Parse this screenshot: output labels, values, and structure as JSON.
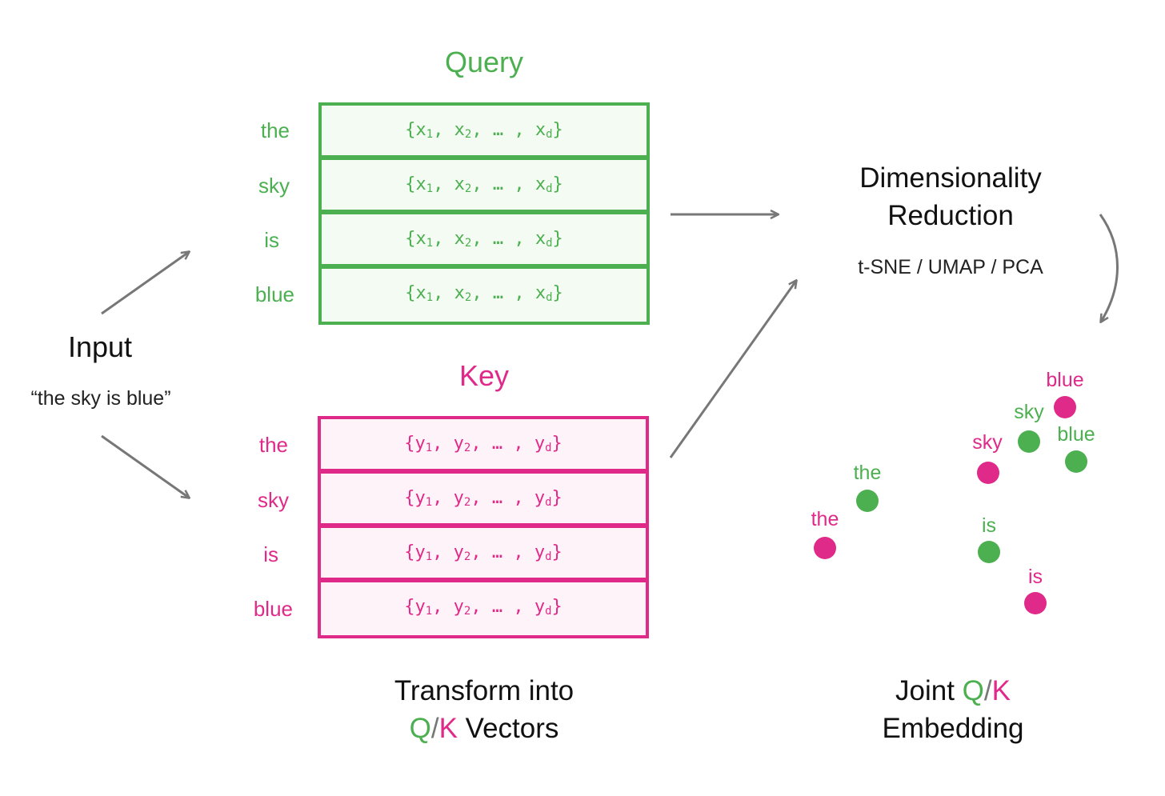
{
  "colors": {
    "query": "#4caf50",
    "key": "#e02a8a",
    "arrow": "#777777",
    "text": "#111111"
  },
  "input": {
    "title": "Input",
    "text": "“the sky is blue”"
  },
  "query": {
    "title": "Query",
    "tokens": [
      "the",
      "sky",
      "is",
      "blue"
    ],
    "vector": {
      "var": "x",
      "s1": "1",
      "s2": "2",
      "sd": "d"
    }
  },
  "key": {
    "title": "Key",
    "tokens": [
      "the",
      "sky",
      "is",
      "blue"
    ],
    "vector": {
      "var": "y",
      "s1": "1",
      "s2": "2",
      "sd": "d"
    }
  },
  "transform": {
    "line1": "Transform into",
    "q": "Q",
    "slash": "/",
    "k": "K",
    "rest": " Vectors"
  },
  "reduction": {
    "line1": "Dimensionality",
    "line2": "Reduction",
    "methods": "t-SNE / UMAP / PCA"
  },
  "embedding": {
    "prefix": "Joint ",
    "q": "Q",
    "slash": "/",
    "k": "K",
    "line2": "Embedding",
    "points": [
      {
        "label": "blue",
        "kind": "key"
      },
      {
        "label": "sky",
        "kind": "query"
      },
      {
        "label": "blue",
        "kind": "query"
      },
      {
        "label": "sky",
        "kind": "key"
      },
      {
        "label": "the",
        "kind": "query"
      },
      {
        "label": "the",
        "kind": "key"
      },
      {
        "label": "is",
        "kind": "query"
      },
      {
        "label": "is",
        "kind": "key"
      }
    ]
  }
}
